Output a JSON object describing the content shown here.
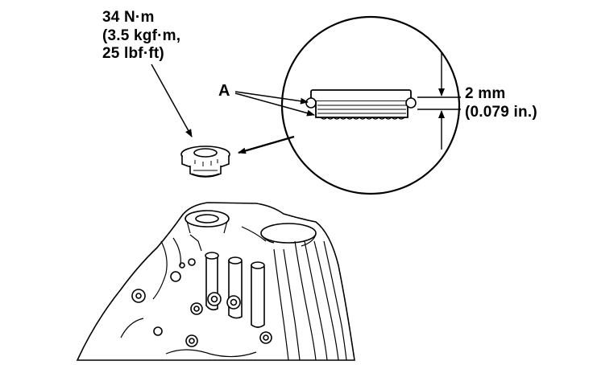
{
  "torque_spec": {
    "line1": "34 N·m",
    "line2": "(3.5 kgf·m,",
    "line3": "25 lbf·ft)"
  },
  "callout_label": "A",
  "dimension": {
    "metric": "2 mm",
    "imperial": "(0.079 in.)"
  },
  "colors": {
    "ink": "#000000",
    "paper": "#ffffff"
  }
}
